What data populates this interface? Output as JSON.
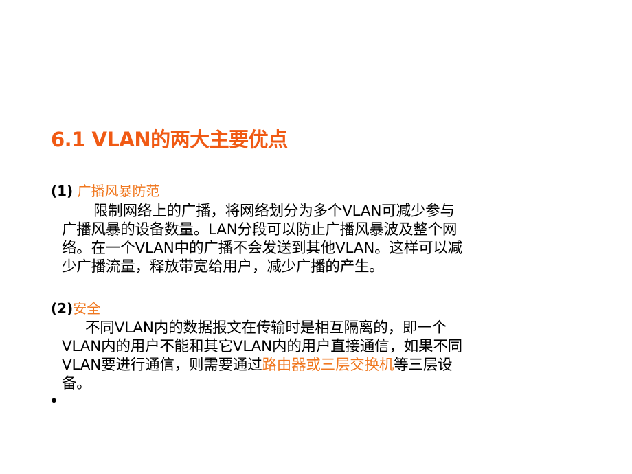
{
  "slide": {
    "title": "6.1 VLAN的两大主要优点",
    "section1": {
      "number": "(1)",
      "label": "广播风暴防范",
      "lines": [
        "限制网络上的广播，将网络划分为多个VLAN可减少参与",
        "广播风暴的设备数量。LAN分段可以防止广播风暴波及整个网",
        "络。在一个VLAN中的广播不会发送到其他VLAN。这样可以减",
        "少广播流量，释放带宽给用户，减少广播的产生。"
      ]
    },
    "section2": {
      "number": "(2)",
      "label": "安全",
      "lines": [
        "不同VLAN内的数据报文在传输时是相互隔离的，即一个",
        "VLAN内的用户不能和其它VLAN内的用户直接通信，如果不同",
        "VLAN要进行通信，则需要通过",
        "等三层设",
        "备。"
      ],
      "highlight": "路由器或三层交换机"
    },
    "bullet": "•"
  },
  "colors": {
    "title": "#f05a14",
    "accent": "#f07820",
    "text": "#000000",
    "background": "#ffffff"
  }
}
